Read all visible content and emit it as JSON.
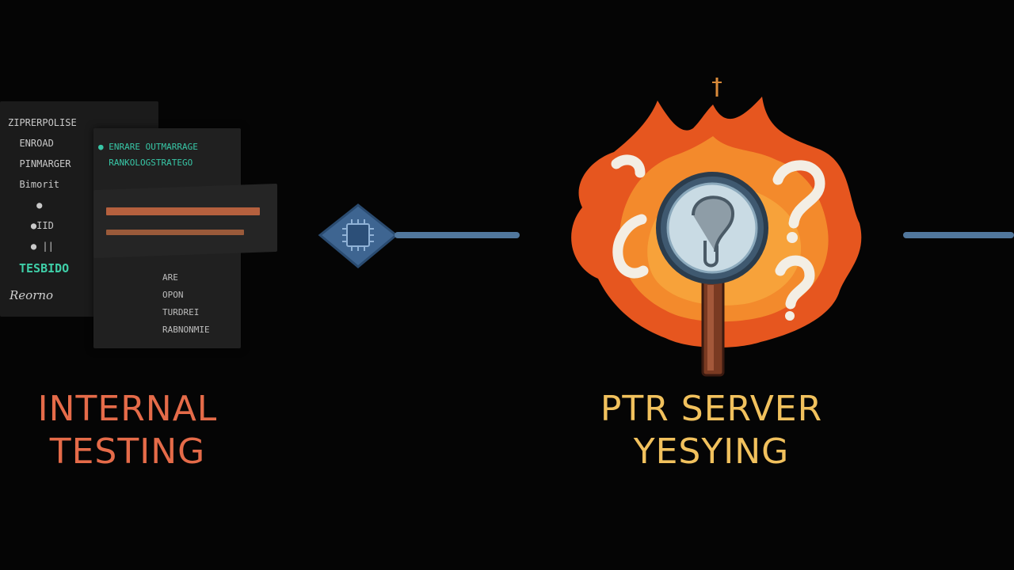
{
  "stages": [
    {
      "title": "INTERNAL\nTESTING",
      "color": "#e56b49"
    },
    {
      "title": "PTR SERVER\nYESYING",
      "color": "#f1c15d"
    }
  ],
  "code_window": {
    "left_lines": "ZIPRERPOLISE\n  ENROAD  \n  PINMARGER \n  Bimorit\n     ●  \n    ●IID\n    ● ||",
    "right_lines": "● ENRARE OUTMARRAGE\n  RANKOLOGSTRATEGO\n\n\n",
    "highlight": "TESBIDO",
    "footer": "Reorno",
    "lower_lines": "ARE\nOPON\nTURDREI\nRABNONMIE"
  },
  "colors": {
    "connector": "#51779d",
    "diamond": "#3e6591",
    "fire_outer": "#e6561f",
    "fire_inner": "#f7a23a"
  }
}
